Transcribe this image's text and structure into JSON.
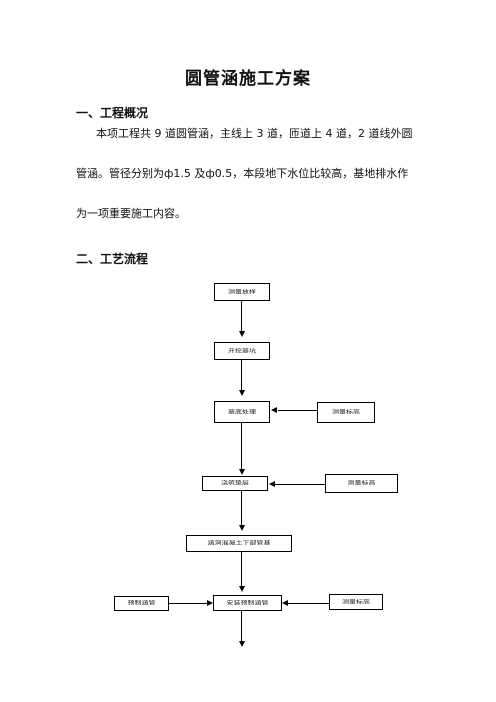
{
  "document": {
    "title": "圆管涵施工方案",
    "section1": {
      "heading": "一、工程概况",
      "line1": "本项工程共 9 道圆管涵，主线上 3 道，匝道上 4 道，2 道线外圆",
      "line2": "管涵。管径分别为ф1.5 及ф0.5，本段地下水位比较高，基地排水作",
      "line3": "为一项重要施工内容。"
    },
    "section2": {
      "heading": "二、工艺流程"
    }
  },
  "flowchart": {
    "step1": "测量放样",
    "step2": "开挖基坑",
    "step3": "基底处理",
    "step3_side": "测量标高",
    "step4": "浇筑垫层",
    "step4_side": "测量标高",
    "step5": "涵洞混凝土下部管基",
    "step6": "安装预制涵管",
    "step6_left": "预制涵管",
    "step6_right": "测量标高"
  }
}
